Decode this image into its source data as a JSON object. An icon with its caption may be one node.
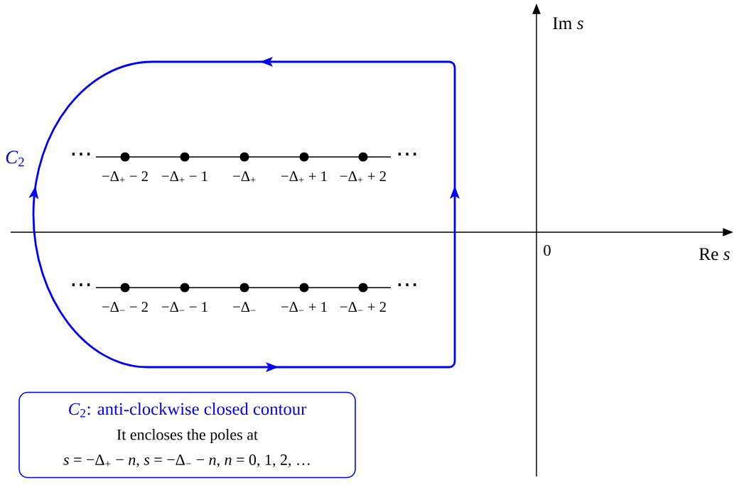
{
  "diagram": {
    "nodes": [
      {
        "text": [
          "*C*$_{2}$: anti-clockwise closed contour",
          "It encloses the poles at *s* = −Δ$_{+}$ − *n*, *s* = −Δ$_{−}$ − *n*, *n* = 0, 1, 2, …"
        ]
      }
    ],
    "labels": [
      "Im *s*",
      "*C*$_{2}$",
      "⋯",
      "⋯",
      "−Δ$_{+}$ − 2",
      "−Δ$_{+}$ − 1",
      "−Δ$_{+}$",
      "−Δ$_{+}$ + 1",
      "−Δ$_{+}$ + 2",
      "0",
      "Re *s*",
      "⋯",
      "⋯",
      "−Δ$_{−}$ − 2",
      "−Δ$_{−}$ − 1",
      "−Δ$_{−}$",
      "−Δ$_{−}$ + 1",
      "−Δ$_{−}$ + 2"
    ]
  }
}
